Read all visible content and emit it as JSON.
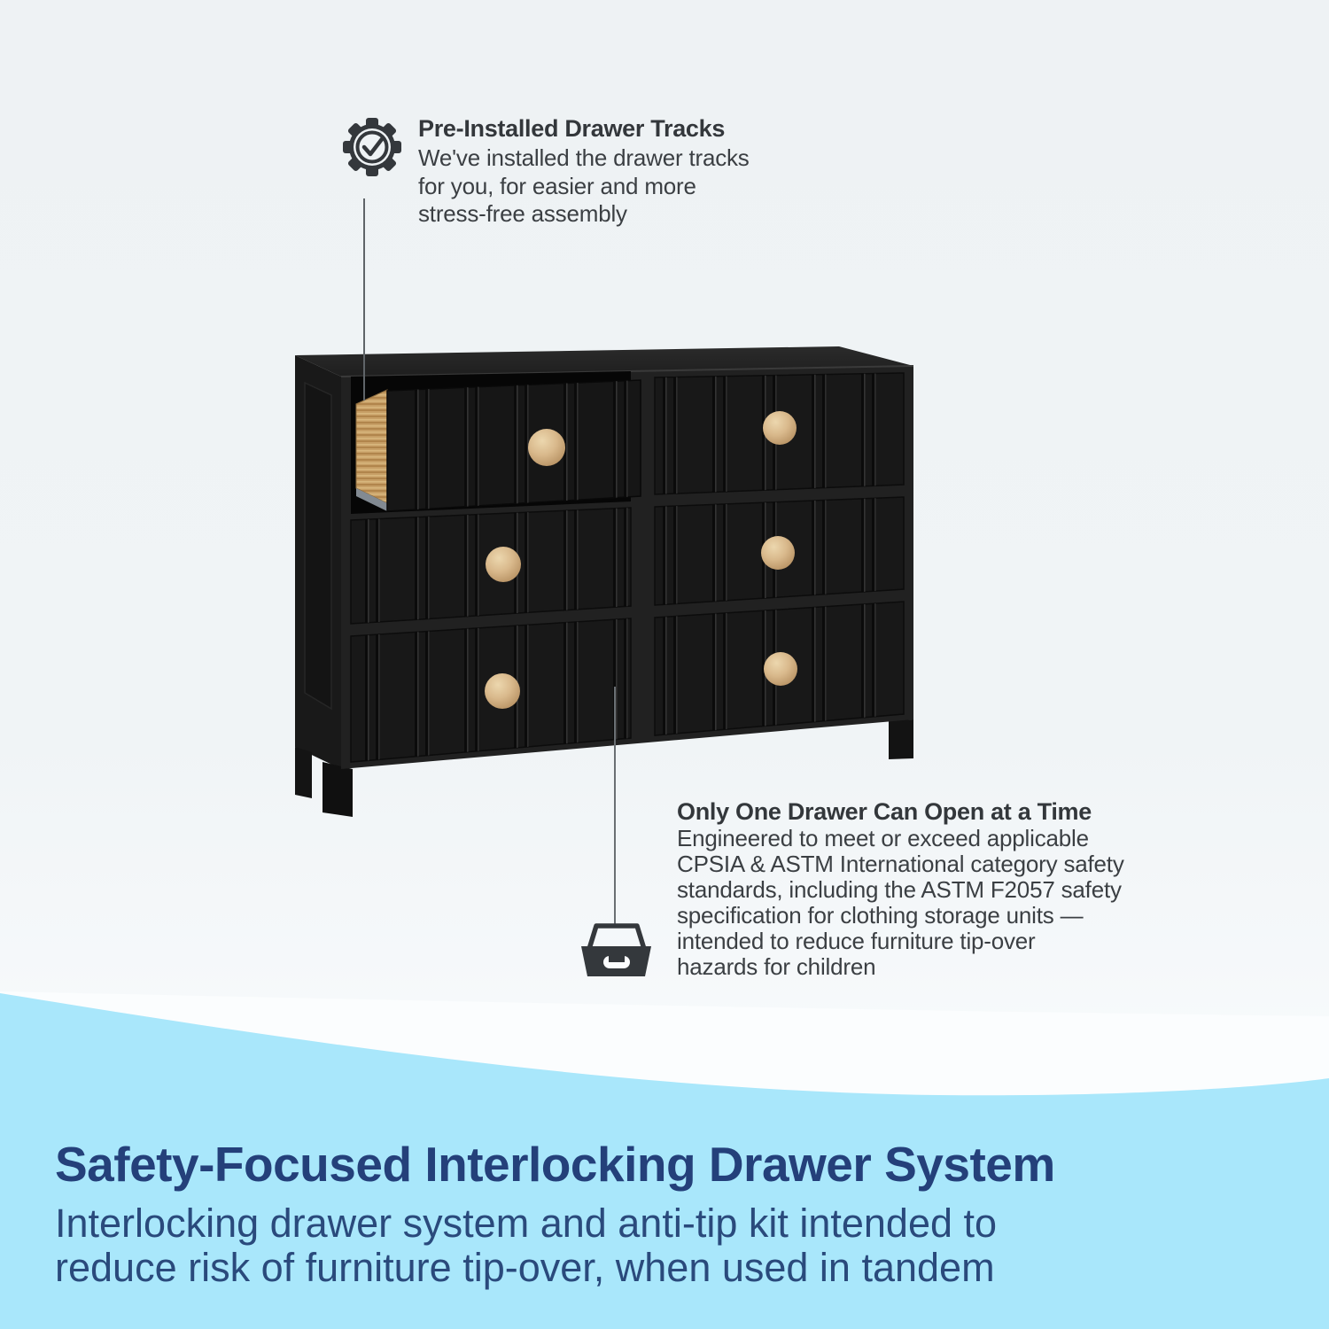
{
  "callouts": {
    "tracks": {
      "icon": "gear-check-icon",
      "title": "Pre-Installed Drawer Tracks",
      "body": "We've installed the drawer tracks\nfor you, for easier and more\nstress-free assembly"
    },
    "interlock": {
      "icon": "drawer-icon",
      "title": "Only One Drawer Can Open at a Time",
      "body": "Engineered to meet or exceed applicable\nCPSIA & ASTM International category safety\nstandards, including the ASTM F2057 safety\nspecification for clothing storage units —\nintended to reduce furniture tip-over\nhazards for children"
    }
  },
  "footer": {
    "headline": "Safety-Focused Interlocking Drawer System",
    "subtext": "Interlocking drawer system and anti-tip kit intended to\nreduce risk of furniture tip-over, when used in tandem"
  },
  "product": {
    "type": "6-drawer dresser",
    "drawer_count": 6,
    "open_drawer_position": "top-left",
    "drawer_front_style": "beadboard grooves",
    "knob_style": "round wood knobs"
  },
  "colors": {
    "callout_text": "#34383c",
    "headline_navy": "#24407a",
    "subtext_navy": "#2a4a7c",
    "footer_light_blue": "#a9e7fb",
    "page_background": "#eff3f5",
    "wave_white": "#fbfdfe",
    "dresser_black": "#1b1b1b",
    "knob_wood": "#d9b98c",
    "drawer_interior_wood": "#c79f66"
  }
}
